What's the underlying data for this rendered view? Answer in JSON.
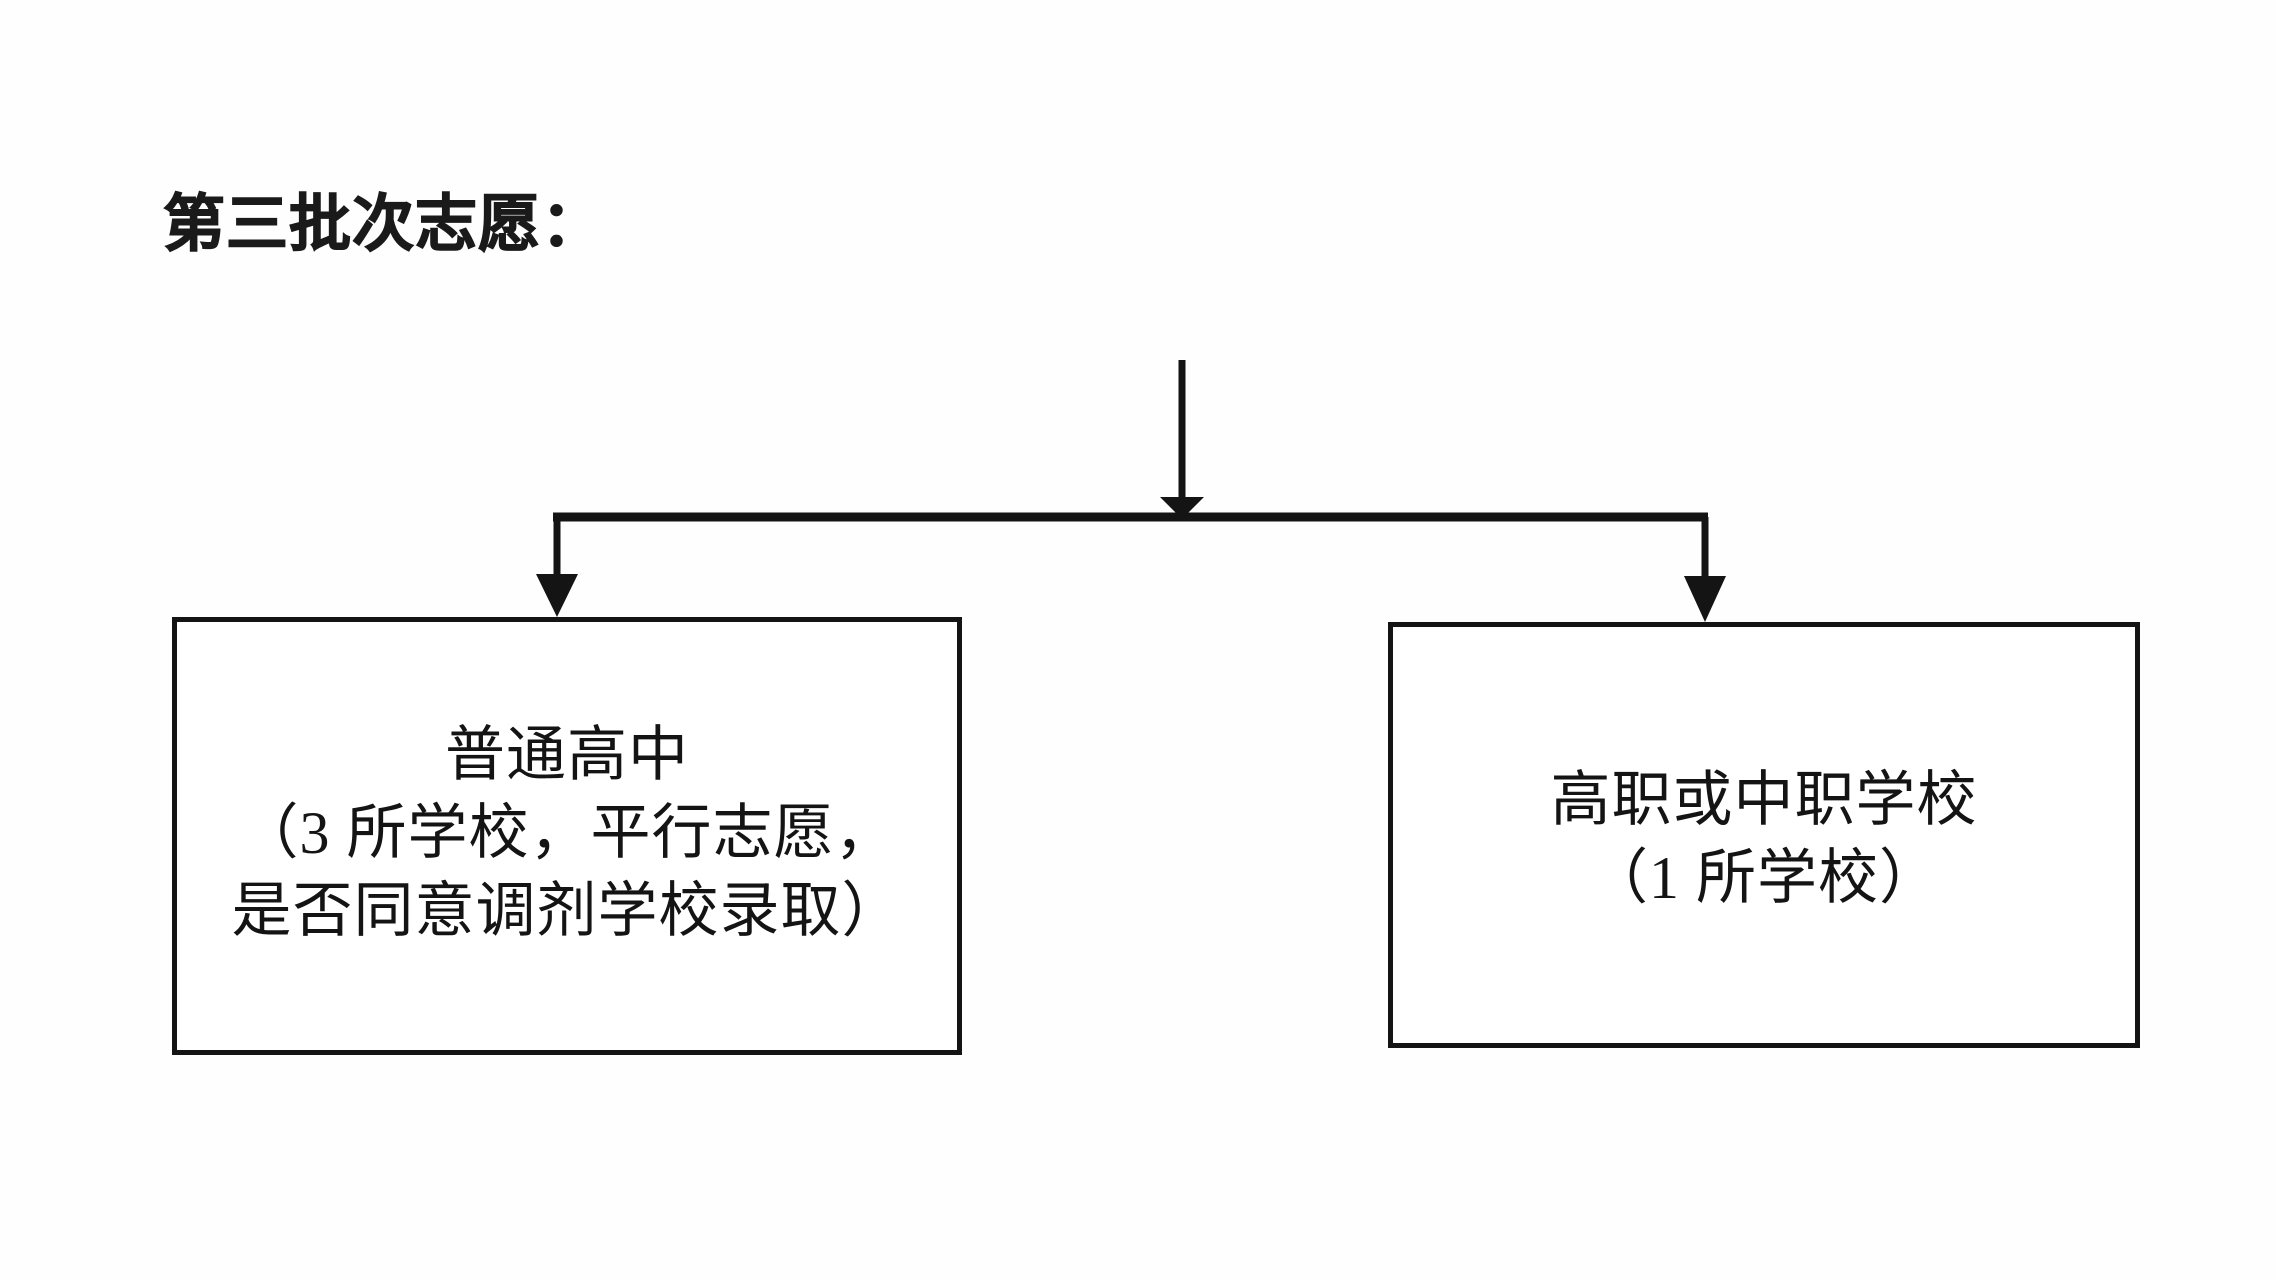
{
  "document": {
    "title": "第三批次志愿：",
    "background_color": "#fefefe",
    "ink_color": "#141414"
  },
  "diagram": {
    "type": "flowchart",
    "orientation": "top-down-split",
    "root_connector": {
      "name": "incoming-arrow",
      "label": ""
    },
    "nodes": [
      {
        "id": "putong-gaozhong",
        "shape": "rectangle",
        "lines": [
          "普通高中",
          "（3 所学校，平行志愿，",
          "是否同意调剂学校录取）"
        ],
        "school_count": 3,
        "mode": "平行志愿"
      },
      {
        "id": "gaozhi-zhongzhi",
        "shape": "rectangle",
        "lines": [
          "高职或中职学校",
          "（1 所学校）"
        ],
        "school_count": 1,
        "mode": ""
      }
    ],
    "edges": [
      {
        "from": "root",
        "to": "branch-bar",
        "style": "solid-arrow"
      },
      {
        "from": "branch-bar",
        "to": "putong-gaozhong",
        "style": "solid-arrow"
      },
      {
        "from": "branch-bar",
        "to": "gaozhi-zhongzhi",
        "style": "solid-arrow"
      }
    ]
  }
}
